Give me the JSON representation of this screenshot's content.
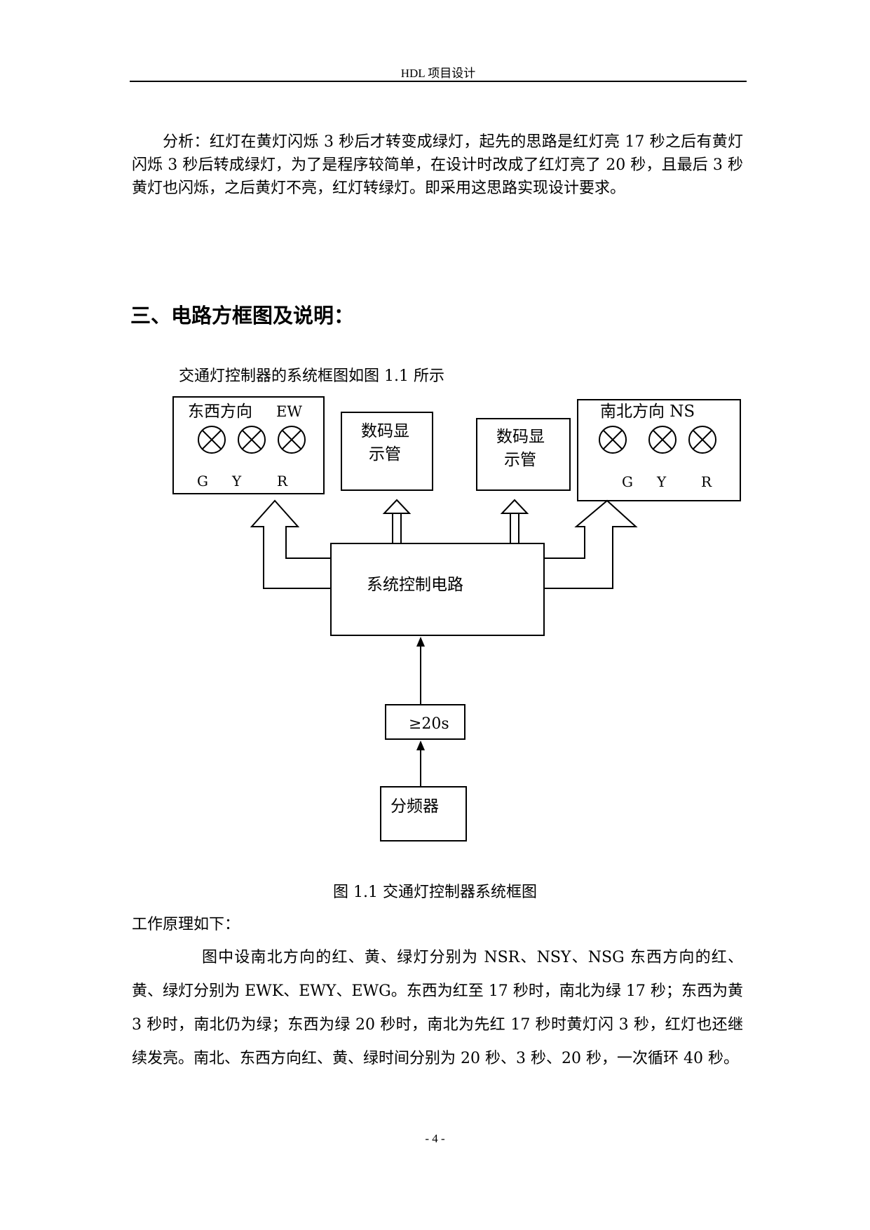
{
  "header": {
    "title": "HDL 项目设计"
  },
  "analysis": {
    "text": "分析：红灯在黄灯闪烁 3 秒后才转变成绿灯，起先的思路是红灯亮 17 秒之后有黄灯闪烁 3 秒后转成绿灯，为了是程序较简单，在设计时改成了红灯亮了 20 秒，且最后 3 秒黄灯也闪烁，之后黄灯不亮，红灯转绿灯。即采用这思路实现设计要求。"
  },
  "section": {
    "heading": "三、电路方框图及说明："
  },
  "intro": "交通灯控制器的系统框图如图 1.1 所示",
  "diagram": {
    "ew_label": "东西方向",
    "ew_abbr": "EW",
    "ns_label": "南北方向 NS",
    "lamp_g": "G",
    "lamp_y": "Y",
    "lamp_r": "R",
    "display_line1": "数码显",
    "display_line2": "示管",
    "control": "系统控制电路",
    "timer": "≥20s",
    "divider": "分频器"
  },
  "caption": "图 1.1 交通灯控制器系统框图",
  "work": {
    "title": "工作原理如下：",
    "text": "图中设南北方向的红、黄、绿灯分别为 NSR、NSY、NSG 东西方向的红、黄、绿灯分别为 EWK、EWY、EWG。东西为红至 17 秒时，南北为绿 17 秒；东西为黄 3 秒时，南北仍为绿；东西为绿 20 秒时，南北为先红 17 秒时黄灯闪 3 秒，红灯也还继续发亮。南北、东西方向红、黄、绿时间分别为 20 秒、3 秒、20 秒，一次循环 40 秒。"
  },
  "page_number": "- 4 -"
}
